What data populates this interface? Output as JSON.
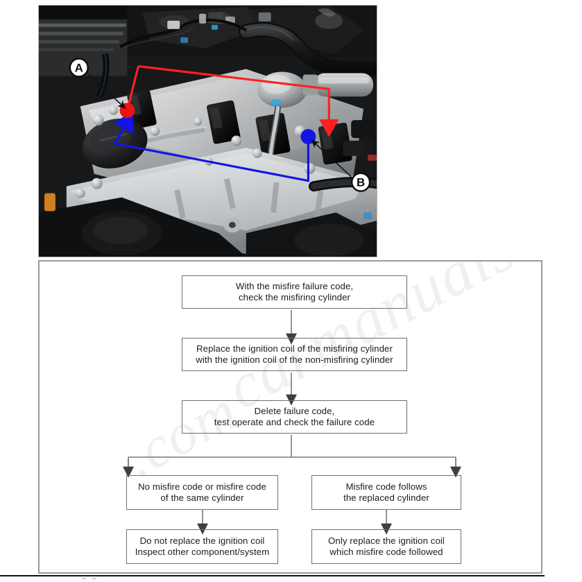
{
  "photo": {
    "caption_alt": "Engine bay view of cylinder head cover with ignition coils",
    "callouts": [
      {
        "id": "A",
        "label": "A",
        "marker_color": "#ee1111",
        "marker_kind": "red-dot"
      },
      {
        "id": "B",
        "label": "B",
        "marker_color": "#1414e6",
        "marker_kind": "blue-dot"
      }
    ],
    "overlays": [
      {
        "name": "red-path",
        "color": "#ff2020",
        "describes": "path from misfiring cylinder coil to replacement cylinder coil"
      },
      {
        "name": "blue-path",
        "color": "#1414e6",
        "describes": "return path from replacement cylinder coil to misfiring cylinder coil"
      }
    ]
  },
  "flowchart": {
    "type": "flowchart",
    "nodes": [
      {
        "id": "n1",
        "text": "With the misfire failure code,\ncheck the misfiring cylinder"
      },
      {
        "id": "n2",
        "text": "Replace the ignition coil of the misfiring cylinder\nwith the ignition coil of the non-misfiring cylinder"
      },
      {
        "id": "n3",
        "text": "Delete failure code,\ntest operate and check the  failure code"
      },
      {
        "id": "n4a",
        "text": "No misfire code or misfire code\nof the same cylinder"
      },
      {
        "id": "n4b",
        "text": "Misfire code follows\nthe replaced cylinder"
      },
      {
        "id": "n5a",
        "text": "Do not replace the ignition coil\nInspect other component/system"
      },
      {
        "id": "n5b",
        "text": "Only replace the ignition coil\nwhich misfire code followed"
      }
    ],
    "edges": [
      {
        "from": "n1",
        "to": "n2",
        "kind": "arrow-down"
      },
      {
        "from": "n2",
        "to": "n3",
        "kind": "arrow-down"
      },
      {
        "from": "n3",
        "to": "n4a",
        "kind": "branch-left"
      },
      {
        "from": "n3",
        "to": "n4b",
        "kind": "branch-right"
      },
      {
        "from": "n4a",
        "to": "n5a",
        "kind": "arrow-down"
      },
      {
        "from": "n4b",
        "to": "n5b",
        "kind": "arrow-down"
      }
    ],
    "watermark": {
      "line1": "carmanuals",
      "line2": ".com"
    }
  },
  "colors": {
    "box_border": "#6f6f6f",
    "panel_border": "#9a9a9a",
    "text": "#1b1b1b",
    "red_overlay": "#ff2020",
    "blue_overlay": "#1414e6",
    "rule": "#111111"
  }
}
